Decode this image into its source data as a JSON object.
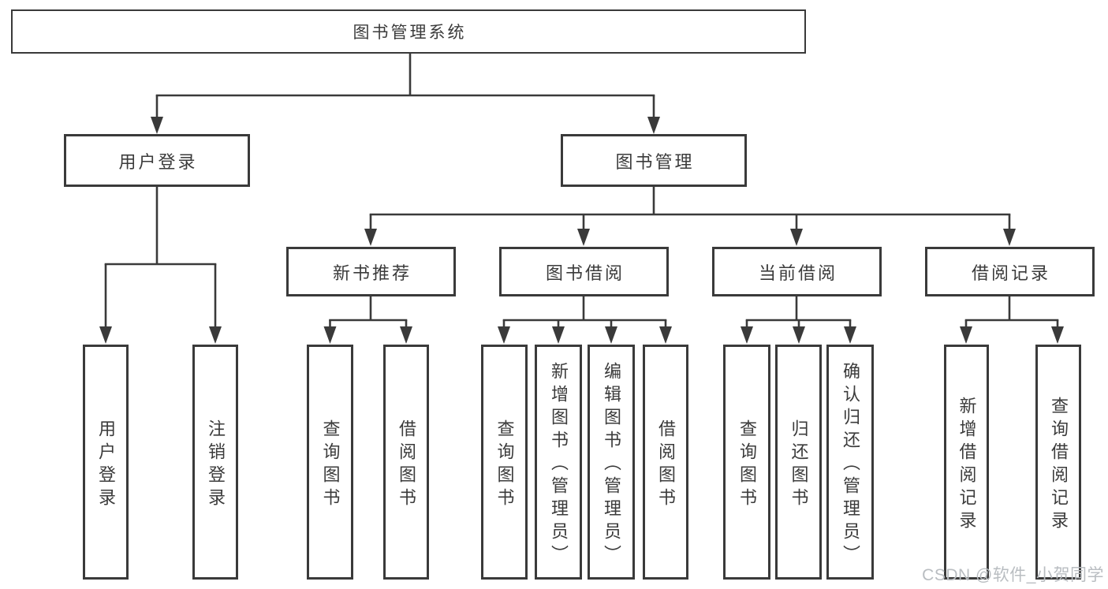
{
  "colors": {
    "line": "#3a3a3a",
    "text": "#3b3b3b",
    "node_bg": "#ffffff",
    "background": "#ffffff",
    "watermark": "#b9bdc1"
  },
  "nodes": {
    "root": {
      "label": "图书管理系统"
    },
    "user_login": {
      "label": "用户登录"
    },
    "book_mgmt": {
      "label": "图书管理"
    },
    "new_book_rec": {
      "label": "新书推荐"
    },
    "book_borrow": {
      "label": "图书借阅"
    },
    "current_borrow": {
      "label": "当前借阅"
    },
    "borrow_record": {
      "label": "借阅记录"
    },
    "leaf_user_login": {
      "label": "用户登录"
    },
    "leaf_logout": {
      "label": "注销登录"
    },
    "leaf_query_book_1": {
      "label": "查询图书"
    },
    "leaf_borrow_book_1": {
      "label": "借阅图书"
    },
    "leaf_query_book_2": {
      "label": "查询图书"
    },
    "leaf_add_book": {
      "label": "新增图书（管理员）"
    },
    "leaf_edit_book": {
      "label": "编辑图书（管理员）"
    },
    "leaf_borrow_book_2": {
      "label": "借阅图书"
    },
    "leaf_query_book_3": {
      "label": "查询图书"
    },
    "leaf_return_book": {
      "label": "归还图书"
    },
    "leaf_confirm_return": {
      "label": "确认归还（管理员）"
    },
    "leaf_add_borrow_record": {
      "label": "新增借阅记录"
    },
    "leaf_query_borrow_record": {
      "label": "查询借阅记录"
    }
  },
  "watermark": {
    "text": "CSDN @软件_小贺同学"
  }
}
